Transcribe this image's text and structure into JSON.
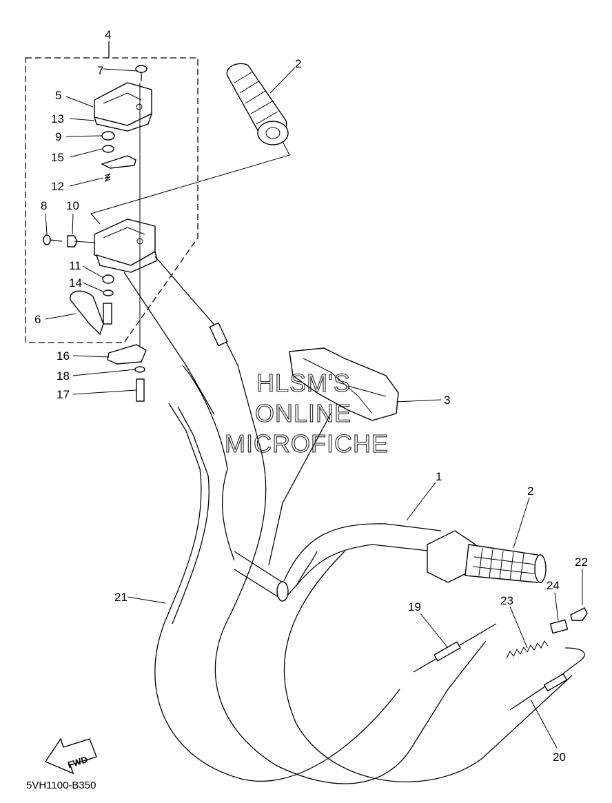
{
  "diagram": {
    "code": "5VH1100-B350",
    "watermark": [
      "HLSM'S",
      "ONLINE",
      "MICROFICHE"
    ],
    "fwd_label": "FWD",
    "callouts": [
      "1",
      "2",
      "2",
      "3",
      "4",
      "5",
      "6",
      "7",
      "8",
      "9",
      "10",
      "11",
      "12",
      "13",
      "14",
      "15",
      "16",
      "17",
      "18",
      "19",
      "20",
      "21",
      "22",
      "23",
      "24"
    ]
  }
}
